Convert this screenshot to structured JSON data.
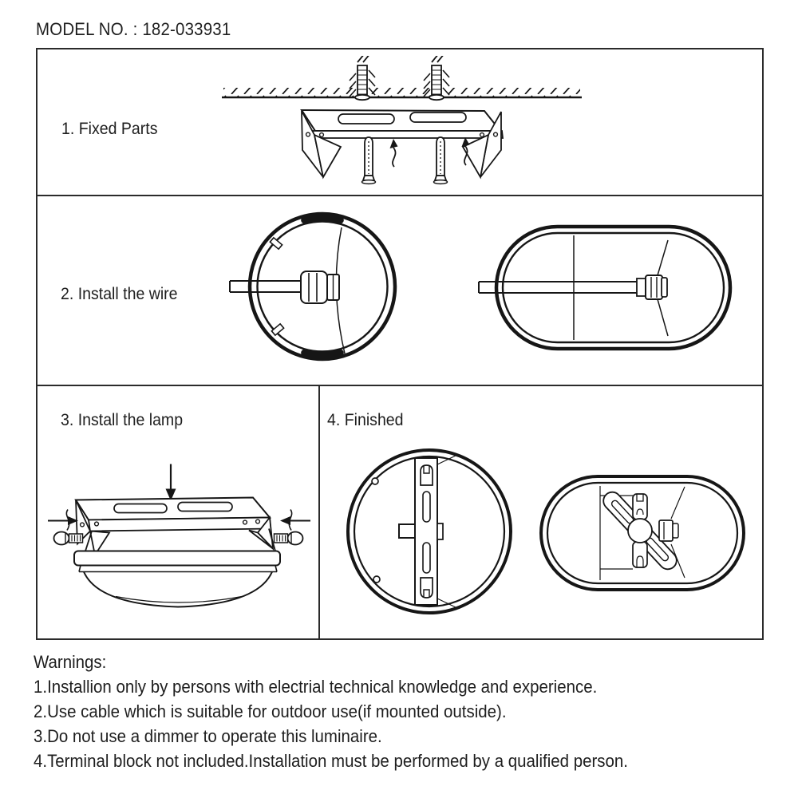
{
  "page": {
    "background": "#ffffff",
    "line_color": "#161616",
    "border_color": "#2b2b2b"
  },
  "header": {
    "model_label": "MODEL NO. : 182-033931"
  },
  "steps": [
    {
      "label": "1. Fixed Parts"
    },
    {
      "label": "2. Install the wire"
    },
    {
      "label": "3. Install the lamp"
    },
    {
      "label": "4. Finished"
    }
  ],
  "diagrams": {
    "fixed_parts": "ceiling-with-wall-anchors-mounting-bracket-and-screws",
    "install_wire_round": "round-lamp-base-back-with-cable-gland-and-wire",
    "install_wire_oval": "oval-lamp-base-back-with-cable-gland-and-wire",
    "install_lamp": "lamp-body-pushed-onto-bracket-with-side-screws",
    "finished_round": "finished-round-lamp-back-view",
    "finished_oval": "finished-oval-lamp-back-view"
  },
  "warnings": {
    "title": "Warnings:",
    "items": [
      "1.Installion only by persons with electrial technical knowledge and experience.",
      "2.Use cable which is suitable for outdoor use(if mounted outside).",
      "3.Do not use a dimmer to operate this luminaire.",
      "4.Terminal block not included.Installation must be performed by a qualified person."
    ]
  }
}
